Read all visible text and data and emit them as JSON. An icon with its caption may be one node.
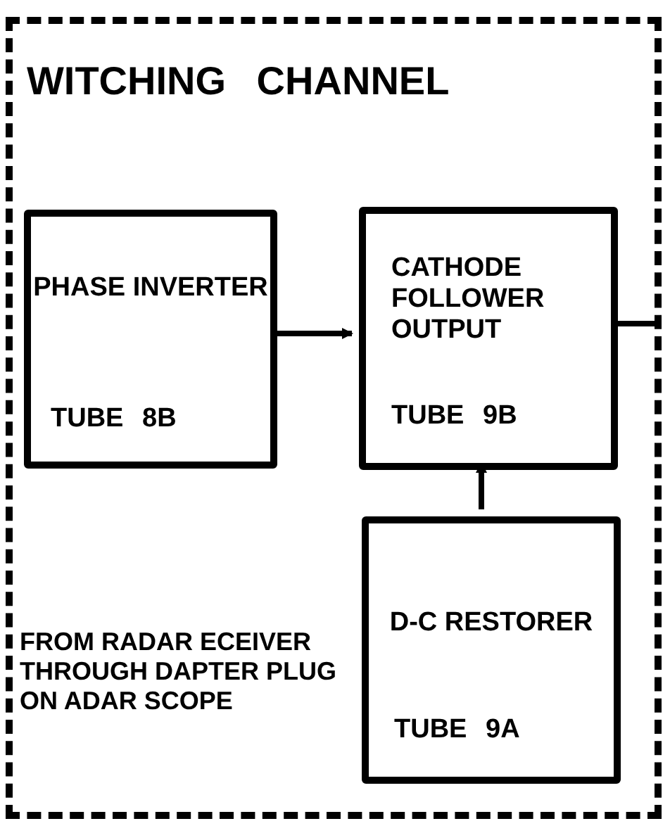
{
  "diagram": {
    "nodes": [
      {
        "text": [
          "WITCHING CHANNEL"
        ]
      },
      {
        "text": [
          "PHASE INVERTER",
          "TUBE 8B"
        ],
        "in": 0
      },
      {
        "text": [
          "CATHODE FOLLOWER OUTPUT",
          "TUBE 9B"
        ],
        "in": 0
      },
      {
        "text": [
          "D-C RESTORER",
          "TUBE 9A"
        ],
        "in": 0
      }
    ],
    "edges": [
      {
        "from": 1,
        "to": 2,
        "arrow": "to"
      },
      {
        "from": 3,
        "to": 2,
        "arrow": "to"
      },
      {
        "from": 2,
        "to": null,
        "arrow": "none"
      }
    ],
    "labels": [
      "FROM RADAR ECEIVER THROUGH DAPTER PLUG ON ADAR SCOPE"
    ]
  }
}
